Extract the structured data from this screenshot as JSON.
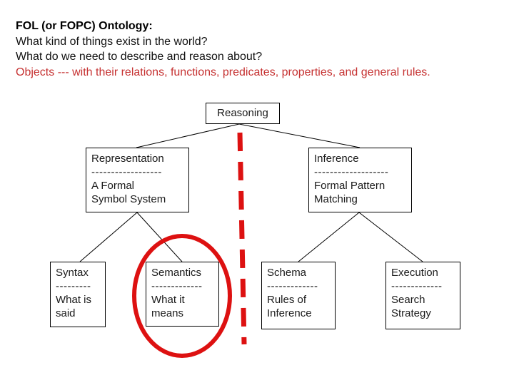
{
  "header": {
    "title": "FOL (or FOPC) Ontology:",
    "question1": "What kind of things exist in the world?",
    "question2": "What do we need to describe and reason about?",
    "objects_line": "Objects --- with their relations, functions, predicates, properties, and general rules."
  },
  "tree": {
    "root": {
      "label": "Reasoning"
    },
    "branches": [
      {
        "title": "Representation",
        "divider": "------------------",
        "line1": "A Formal",
        "line2": "Symbol System"
      },
      {
        "title": "Inference",
        "divider": "-------------------",
        "line1": "Formal Pattern",
        "line2": "Matching"
      }
    ],
    "leaves": [
      {
        "title": "Syntax",
        "divider": "---------",
        "line1": "What is",
        "line2": "said"
      },
      {
        "title": "Semantics",
        "divider": "-------------",
        "line1": "What it",
        "line2": "means"
      },
      {
        "title": "Schema",
        "divider": "-------------",
        "line1": "Rules of",
        "line2": "Inference"
      },
      {
        "title": "Execution",
        "divider": "-------------",
        "line1": "Search",
        "line2": "Strategy"
      }
    ]
  },
  "annotations": {
    "highlight_ellipse_target": "Semantics",
    "divider_line": "red dashed vertical line between Representation and Inference subtrees"
  },
  "colors": {
    "text_red": "#c63232",
    "shape_red": "#dd1111",
    "box_border": "#000000",
    "background": "#ffffff",
    "text_black": "#111111"
  }
}
